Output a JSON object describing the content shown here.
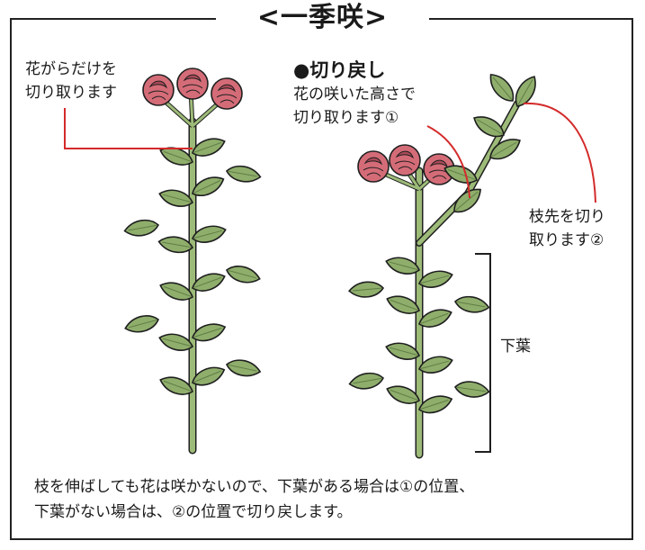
{
  "title": "<一季咲>",
  "left_note": {
    "line1": "花がらだけを",
    "line2": "切り取ります"
  },
  "section_heading": "●切り戻し",
  "cut1_note": {
    "line1": "花の咲いた高さで",
    "line2": "切り取ります①"
  },
  "cut2_note": {
    "line1": "枝先を切り",
    "line2": "取ります②"
  },
  "lower_leaves_label": "下葉",
  "caption": {
    "line1": "枝を伸ばしても花は咲かないので、下葉がある場合は①の位置、",
    "line2": "下葉がない場合は、②の位置で切り戻します。"
  },
  "colors": {
    "leaf": "#8fae6c",
    "leaf_dark": "#5e7d44",
    "stem": "#9dbb78",
    "flower": "#d46c78",
    "flower_dark": "#a94a57",
    "callout": "#d42a2a",
    "outline": "#1f1f1f"
  }
}
